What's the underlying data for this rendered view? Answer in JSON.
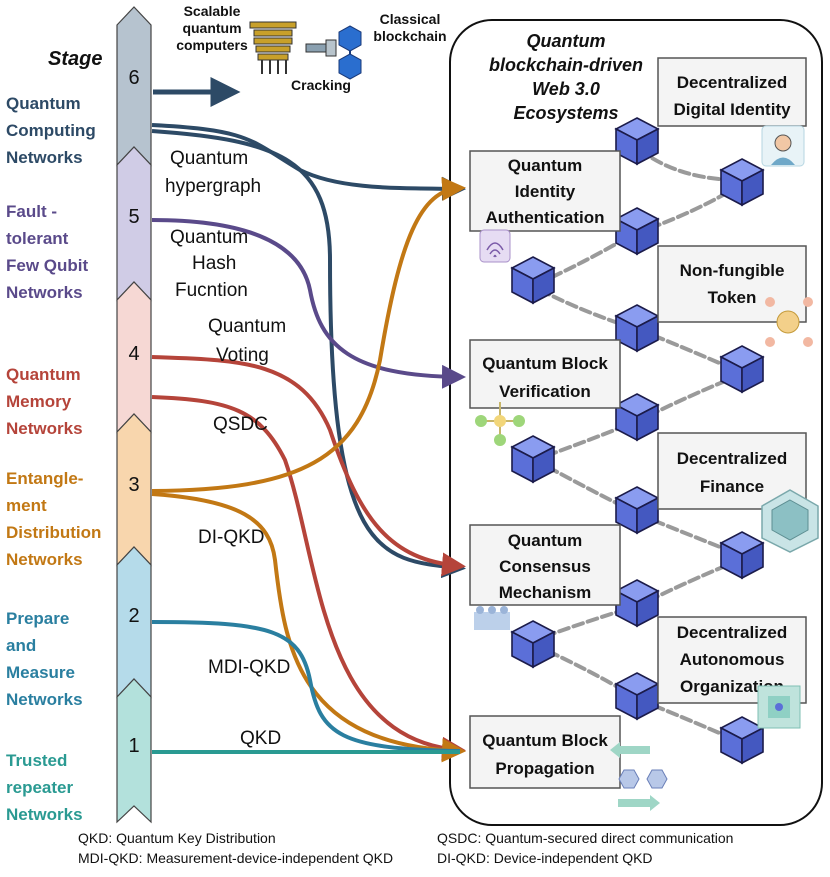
{
  "stage_header": "Stage",
  "stages": [
    {
      "number": "6",
      "name_lines": [
        "Quantum",
        "Computing",
        "Networks"
      ],
      "color": "#2d4a66",
      "fill": "#b6c3cf"
    },
    {
      "number": "5",
      "name_lines": [
        "Fault -",
        "tolerant",
        "Few Qubit",
        "Networks"
      ],
      "color": "#5a4a8a",
      "fill": "#d0cce6"
    },
    {
      "number": "4",
      "name_lines": [
        "Quantum",
        "Memory",
        "Networks"
      ],
      "color": "#b5443a",
      "fill": "#f6d8d4"
    },
    {
      "number": "3",
      "name_lines": [
        "Entangle-",
        "ment",
        "Distribution",
        "Networks"
      ],
      "color": "#c27814",
      "fill": "#f8d6ad"
    },
    {
      "number": "2",
      "name_lines": [
        "Prepare",
        "and",
        "Measure",
        "Networks"
      ],
      "color": "#2a7fa0",
      "fill": "#b5dbea"
    },
    {
      "number": "1",
      "name_lines": [
        "Trusted",
        "repeater",
        "Networks"
      ],
      "color": "#2a9a92",
      "fill": "#b3e1dc"
    }
  ],
  "top_labels": {
    "scalable": [
      "Scalable",
      "quantum",
      "computers"
    ],
    "cracking": "Cracking",
    "classical": [
      "Classical",
      "blockchain"
    ]
  },
  "flow_labels": {
    "hypergraph": [
      "Quantum",
      "hypergraph"
    ],
    "hash": [
      "Quantum",
      "Hash",
      "Fucntion"
    ],
    "voting": [
      "Quantum",
      "Voting"
    ],
    "qsdc": "QSDC",
    "diqkd": "DI-QKD",
    "mdiqkd": "MDI-QKD",
    "qkd": "QKD"
  },
  "ecosystem_title": [
    "Quantum",
    "blockchain-driven",
    "Web 3.0",
    "Ecosystems"
  ],
  "quantum_boxes": [
    [
      "Quantum",
      "Identity",
      "Authentication"
    ],
    [
      "Quantum Block",
      "Verification"
    ],
    [
      "Quantum",
      "Consensus",
      "Mechanism"
    ],
    [
      "Quantum Block",
      "Propagation"
    ]
  ],
  "web3_boxes": [
    [
      "Decentralized",
      "Digital Identity"
    ],
    [
      "Non-fungible",
      "Token"
    ],
    [
      "Decentralized",
      "Finance"
    ],
    [
      "Decentralized",
      "Autonomous",
      "Organization"
    ]
  ],
  "footnotes": [
    "QKD: Quantum Key Distribution",
    "MDI-QKD: Measurement-device-independent QKD",
    "QSDC: Quantum-secured direct communication",
    "DI-QKD: Device-independent QKD"
  ],
  "colors": {
    "stage6": "#2d4a66",
    "stage5": "#5a4a8a",
    "stage4": "#b5443a",
    "stage3": "#c27814",
    "stage2": "#2a7fa0",
    "stage1": "#2a9a92",
    "cube": "#5b6fd8",
    "chain": "#9a9a9a"
  }
}
